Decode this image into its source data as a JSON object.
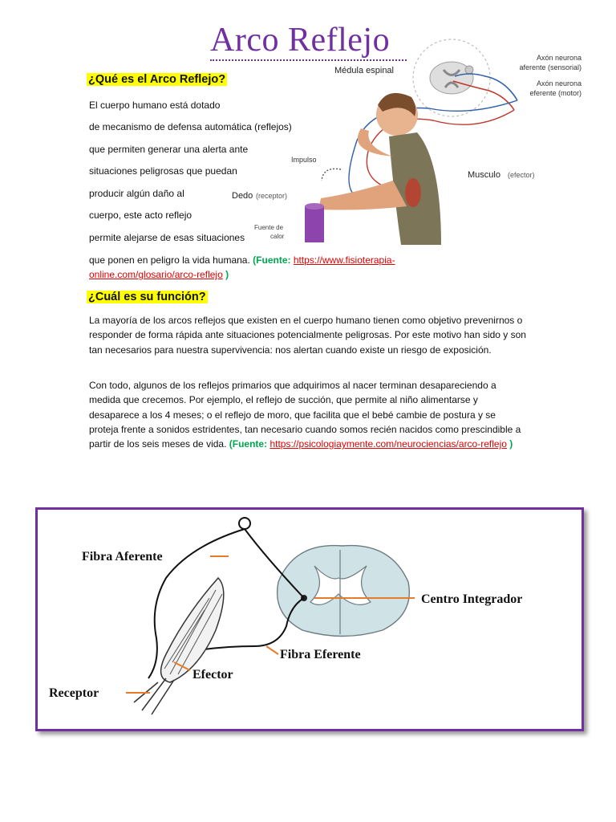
{
  "title": "Arco Reflejo",
  "section1": {
    "heading": "¿Qué es el Arco Reflejo?",
    "lines": [
      "El cuerpo humano está dotado",
      "de mecanismo de defensa automática (reflejos)",
      "que permiten generar una alerta ante",
      "situaciones peligrosas que puedan",
      "producir algún daño al",
      "cuerpo, este acto reflejo",
      "permite alejarse de esas situaciones"
    ],
    "last_line_text": "que ponen en peligro la vida humana.",
    "source_label": "(Fuente:",
    "source_link_part1": "https://www.fisioterapia-",
    "source_link_part2": "online.com/glosario/arco-reflejo",
    "source_close": ")"
  },
  "figure1": {
    "labels": {
      "medula": "Médula espinal",
      "axon_aferente_1": "Axón neurona",
      "axon_aferente_2": "aferente (sensorial)",
      "axon_eferente_1": "Axón neurona",
      "axon_eferente_2": "eferente (motor)",
      "impulso": "Impulso",
      "musculo": "Musculo",
      "efector": "(efector)",
      "dedo": "Dedo",
      "receptor": "(receptor)",
      "fuente_1": "Fuente de",
      "fuente_2": "calor"
    }
  },
  "section2": {
    "heading": "¿Cuál es su función?",
    "paragraph1": "La mayoría de los arcos reflejos que existen en el cuerpo humano tienen como objetivo prevenirnos o responder de forma rápida ante situaciones potencialmente peligrosas. Por este motivo han sido y son tan necesarios para nuestra supervivencia: nos alertan cuando existe un riesgo de exposición.",
    "paragraph2": "Con todo, algunos de los reflejos primarios que adquirimos al nacer terminan desapareciendo a medida que crecemos. Por ejemplo, el reflejo de succión, que permite al niño alimentarse y desaparece a los 4 meses; o el reflejo de moro, que facilita que el bebé cambie de postura y se proteja frente a sonidos estridentes, tan necesario cuando somos recién nacidos como prescindible a partir de los seis meses de vida.",
    "source_label": "(Fuente:",
    "source_link": "https://psicologiaymente.com/neurociencias/arco-reflejo",
    "source_close": ")"
  },
  "figure2": {
    "labels": {
      "fibra_aferente": "Fibra Aferente",
      "centro_integrador": "Centro Integrador",
      "fibra_eferente": "Fibra Eferente",
      "efector": "Efector",
      "receptor": "Receptor"
    }
  }
}
